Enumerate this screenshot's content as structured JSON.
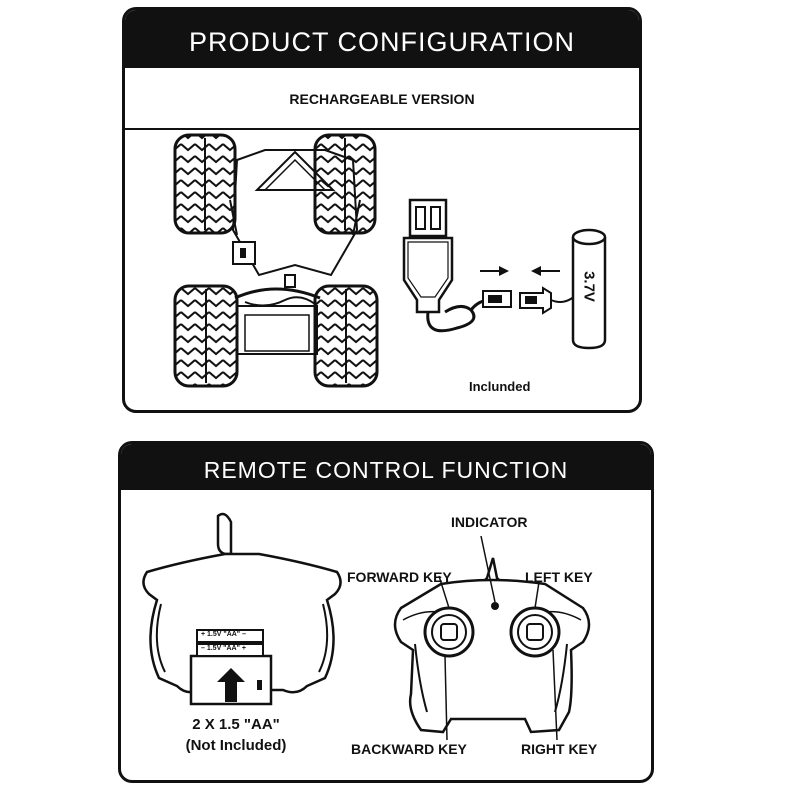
{
  "product": {
    "title": "PRODUCT CONFIGURATION",
    "subtitle": "RECHARGEABLE VERSION",
    "battery_label": "3.7V",
    "included_label": "Inclunded"
  },
  "remote": {
    "title": "REMOTE CONTROL FUNCTION",
    "battery_cells": [
      "+ 1.5V \"AA\" –",
      "– 1.5V \"AA\" +"
    ],
    "battery_spec": "2 X 1.5 \"AA\"",
    "battery_note": "(Not Included)",
    "keys": {
      "indicator": "INDICATOR",
      "forward": "FORWARD KEY",
      "left": "LEFT KEY",
      "backward": "BACKWARD KEY",
      "right": "RIGHT KEY"
    }
  }
}
